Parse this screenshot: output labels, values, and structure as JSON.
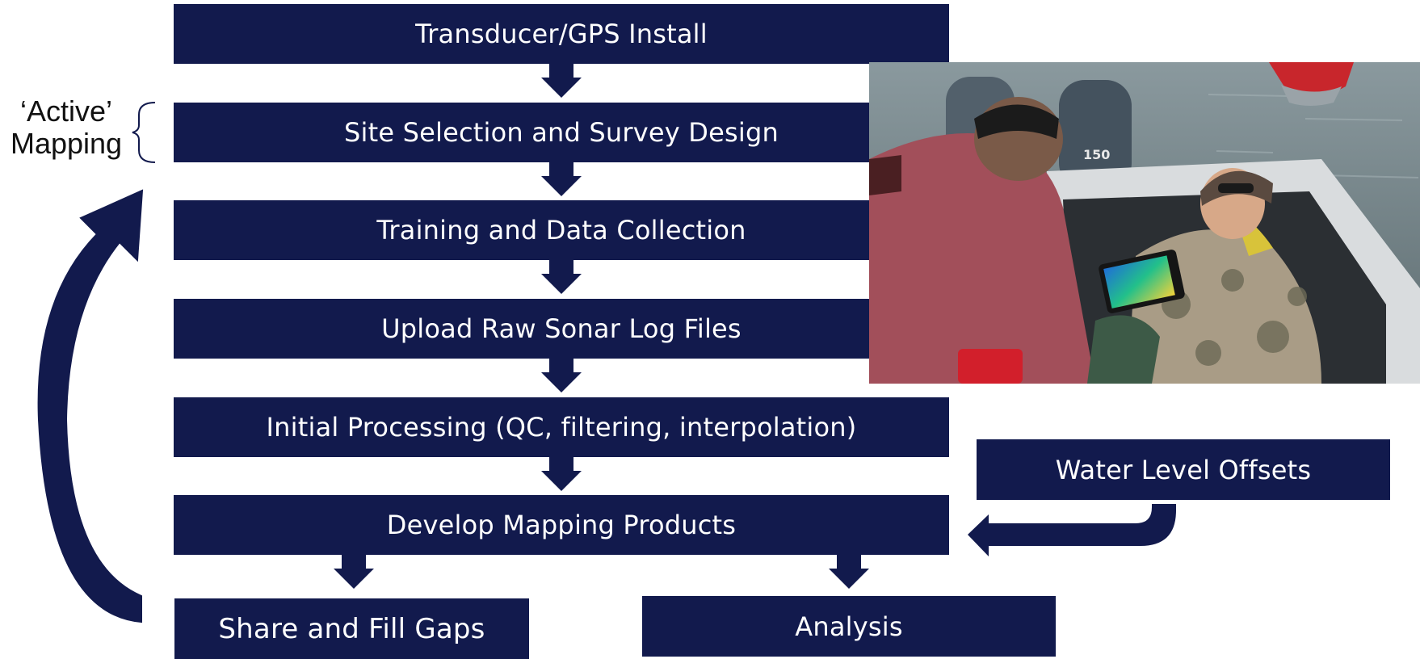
{
  "steps": [
    "Transducer/GPS Install",
    "Site Selection and Survey Design",
    "Training and Data Collection",
    "Upload Raw Sonar Log Files",
    "Initial Processing (QC, filtering, interpolation)",
    "Develop Mapping Products"
  ],
  "outputs": {
    "share": "Share and Fill Gaps",
    "analysis": "Analysis"
  },
  "side_input": "Water Level Offsets",
  "bracket_label": {
    "line1": "‘Active’",
    "line2": "Mapping"
  },
  "photo": {
    "subject": "field-team-in-boat-with-sonar-display",
    "motor_label": "150"
  },
  "colors": {
    "box": "#121a4d",
    "text": "#ffffff"
  }
}
